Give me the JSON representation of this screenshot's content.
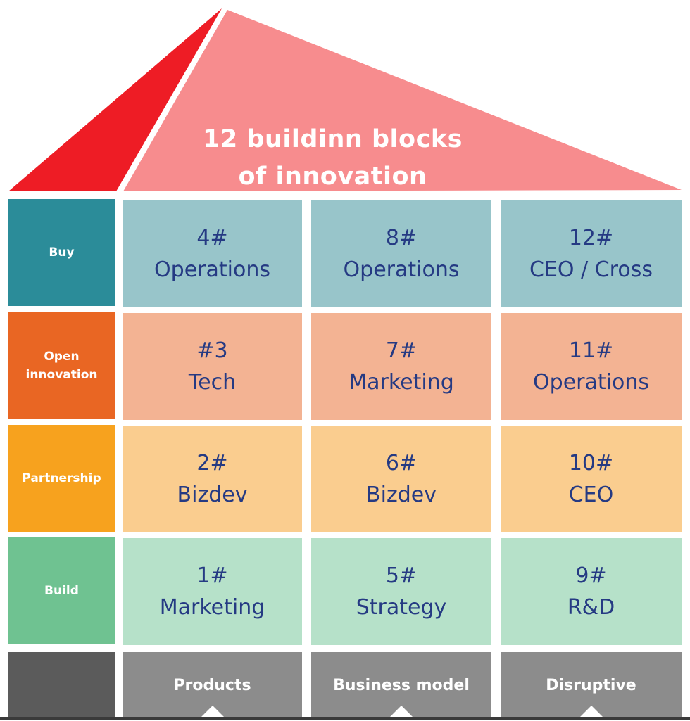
{
  "title": {
    "line1": "12 buildinn blocks",
    "line2": "of innovation"
  },
  "colors": {
    "roof_left": "#ee1c25",
    "roof_right": "#f78c8e",
    "footer_dark": "#5b5b5b",
    "footer": "#8c8c8c",
    "cell_text": "#253a83"
  },
  "rows": [
    {
      "label": "Buy",
      "label_color": "#2b8c99",
      "cell_color": "#98c5ca",
      "cells": [
        {
          "num": "4#",
          "name": "Operations"
        },
        {
          "num": "8#",
          "name": "Operations"
        },
        {
          "num": "12#",
          "name": "CEO / Cross"
        }
      ]
    },
    {
      "label": "Open innovation",
      "label_color": "#e96623",
      "cell_color": "#f3b393",
      "cells": [
        {
          "num": "#3",
          "name": "Tech"
        },
        {
          "num": "7#",
          "name": "Marketing"
        },
        {
          "num": "11#",
          "name": "Operations"
        }
      ]
    },
    {
      "label": "Partnership",
      "label_color": "#f7a21e",
      "cell_color": "#facd8f",
      "cells": [
        {
          "num": "2#",
          "name": "Bizdev"
        },
        {
          "num": "6#",
          "name": "Bizdev"
        },
        {
          "num": "10#",
          "name": "CEO"
        }
      ]
    },
    {
      "label": "Build",
      "label_color": "#6fc291",
      "cell_color": "#b6e1c9",
      "cells": [
        {
          "num": "1#",
          "name": "Marketing"
        },
        {
          "num": "5#",
          "name": "Strategy"
        },
        {
          "num": "9#",
          "name": "R&D"
        }
      ]
    }
  ],
  "columns": [
    "Products",
    "Business model",
    "Disruptive"
  ]
}
